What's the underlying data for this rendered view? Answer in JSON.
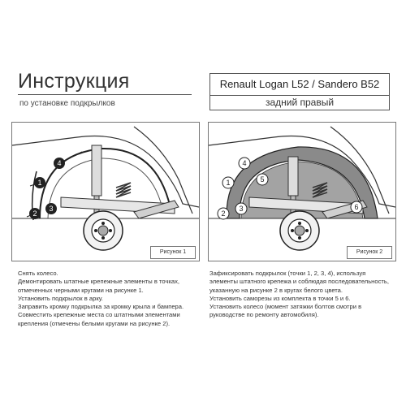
{
  "header": {
    "title": "Инструкция",
    "subtitle": "по установке подкрылков",
    "model": "Renault Logan L52 / Sandero B52",
    "position": "задний правый"
  },
  "figure1": {
    "caption": "Рисунок 1",
    "markers": [
      "4",
      "1",
      "2",
      "3"
    ]
  },
  "figure2": {
    "caption": "Рисунок 2",
    "markers": [
      "4",
      "1",
      "5",
      "2",
      "3",
      "6"
    ]
  },
  "instructions_left": [
    "Снять колесо.",
    "Демонтировать штатные крепежные элементы в точках, отмеченных черными кругами на рисунке 1.",
    "Установить подкрылок в арку.",
    "Заправить кромку подкрылка за кромку крыла и бампера.",
    "Совместить крепежные места со штатными элементами крепления (отмечены белыми кругами на рисунке 2)."
  ],
  "instructions_right": [
    "Зафиксировать подкрылок (точки 1, 2, 3, 4), используя элементы штатного крепежа и соблюдая последовательность, указанную на рисунке 2 в кругах белого цвета.",
    "Установить саморезы из комплекта в точки 5 и 6.",
    "Установить колесо (момент затяжки болтов смотри в руководстве по ремонту автомобиля)."
  ]
}
